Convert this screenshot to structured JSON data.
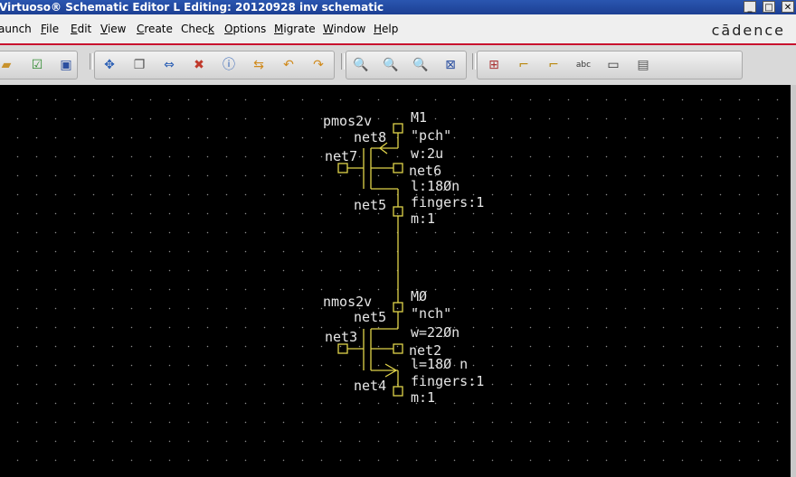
{
  "window": {
    "title": "Virtuoso® Schematic Editor L Editing: 20120928 inv schematic"
  },
  "menu": {
    "items": [
      {
        "label": "aunch",
        "accel": ""
      },
      {
        "label": "File",
        "accel": "F"
      },
      {
        "label": "Edit",
        "accel": "E"
      },
      {
        "label": "View",
        "accel": "V"
      },
      {
        "label": "Create",
        "accel": "C"
      },
      {
        "label": "Check",
        "accel": "k"
      },
      {
        "label": "Options",
        "accel": "O"
      },
      {
        "label": "Migrate",
        "accel": "M"
      },
      {
        "label": "Window",
        "accel": "W"
      },
      {
        "label": "Help",
        "accel": "H"
      }
    ],
    "logo": "cādence"
  },
  "toolbar": {
    "icons": [
      "open-icon",
      "check-save-icon",
      "save-icon",
      "move-icon",
      "copy-icon",
      "stretch-icon",
      "delete-icon",
      "properties-icon",
      "undo-redo-icon",
      "undo-icon",
      "redo-icon",
      "zoom-in-icon",
      "zoom-out-icon",
      "zoom-fit-icon",
      "zoom-box-icon",
      "add-instance-icon",
      "wire-icon",
      "wire-narrow-icon",
      "label-icon",
      "pin-icon",
      "note-icon"
    ]
  },
  "schematic": {
    "pmos": {
      "cell": "pmos2v",
      "inst": "M1",
      "model": "\"pch\"",
      "w": "w:2u",
      "l": "l:18Øn",
      "fingers": "fingers:1",
      "m": "m:1",
      "drain_net": "net8",
      "gate_net": "net7",
      "bulk_net": "net6",
      "source_net": "net5"
    },
    "nmos": {
      "cell": "nmos2v",
      "inst": "MØ",
      "model": "\"nch\"",
      "w": "w=22Øn",
      "l": "l=18Ø n",
      "fingers": "fingers:1",
      "m": "m:1",
      "drain_net": "net5",
      "gate_net": "net3",
      "bulk_net": "net2",
      "source_net": "net4"
    }
  },
  "colors": {
    "canvas_bg": "#000000",
    "wire": "#e0d44a",
    "label": "#e6e6e6",
    "accent": "#c8102e"
  }
}
